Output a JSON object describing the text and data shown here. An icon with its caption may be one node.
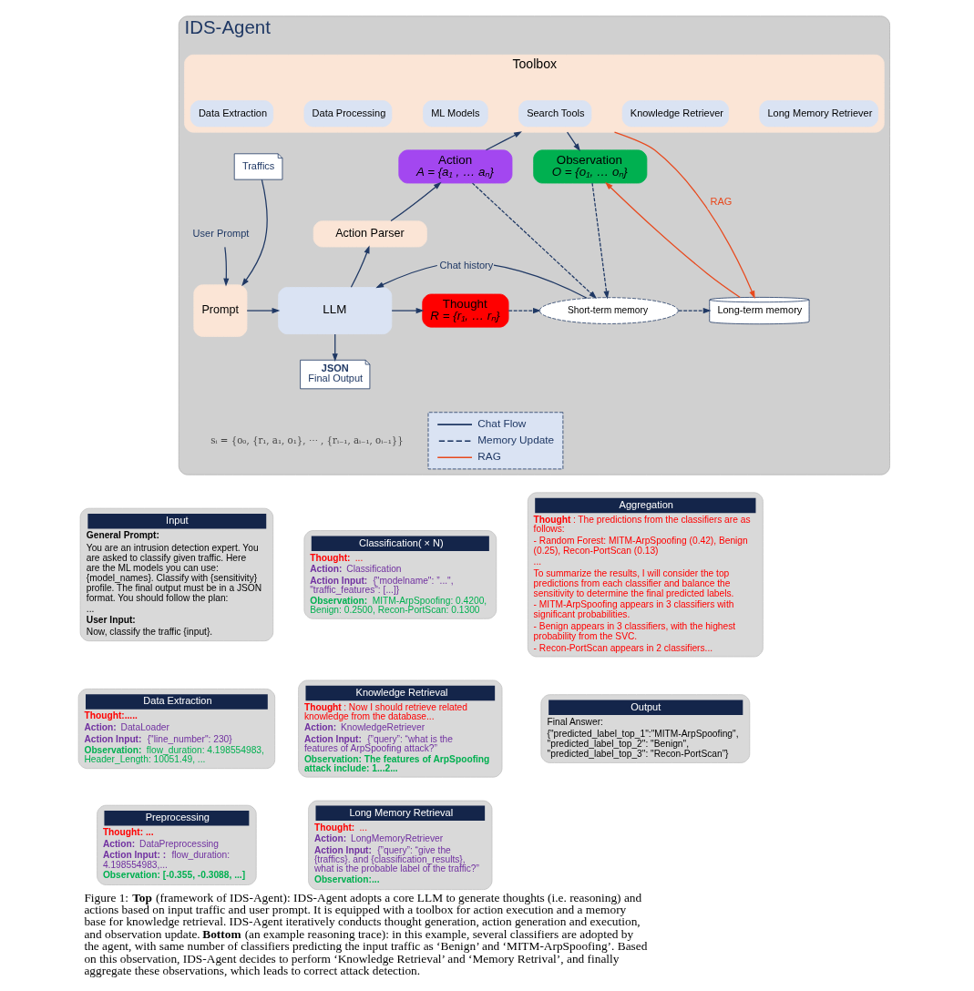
{
  "diagram": {
    "caption": "Figure 1: **Top** (framework of IDS-Agent): IDS-Agent adopts a core LLM to generate thoughts (i.e. reasoning) and actions based on input traffic and user prompt. It is equipped with a toolbox for action execution and a memory base for knowledge retrieval. IDS-Agent iteratively conducts thought generation, action generation and execution, and observation update. **Bottom** (an example reasoning trace): in this example, several classifiers are adopted by the agent, with same number of classifiers predicting the input traffic as ‘Benign’ and ‘MITM-ArpSpoofing’. Based on this observation, IDS-Agent decides to perform ‘Knowledge Retrieval’ and ‘Memory Retrival’, and finally aggregate these observations, which leads to correct attack detection.",
    "nodes": [
      {
        "text": [
          "IDS-Agent"
        ]
      },
      {
        "text": [
          "Toolbox"
        ],
        "in": 0
      },
      {
        "text": [
          "Data Extraction"
        ],
        "in": 1
      },
      {
        "text": [
          "Data Processing"
        ],
        "in": 1
      },
      {
        "text": [
          "ML Models"
        ],
        "in": 1
      },
      {
        "text": [
          "Search Tools"
        ],
        "in": 1
      },
      {
        "text": [
          "Knowledge Retriever"
        ],
        "in": 1
      },
      {
        "text": [
          "Long Memory Retriever"
        ],
        "in": 1
      },
      {
        "text": [
          "Traffics"
        ],
        "in": 0
      },
      {
        "text": [
          "User Prompt"
        ],
        "in": 0
      },
      {
        "text": [
          "Prompt"
        ],
        "in": 0
      },
      {
        "text": [
          "Action",
          "A = {a₁ , … aₙ}"
        ],
        "in": 0
      },
      {
        "text": [
          "Action Parser"
        ],
        "in": 0
      },
      {
        "text": [
          "LLM"
        ],
        "in": 0
      },
      {
        "text": [
          "Thought",
          "R = {r₁, … rₙ}"
        ],
        "in": 0
      },
      {
        "text": [
          "Observation",
          "O = {o₁, … oₙ}"
        ],
        "in": 0
      },
      {
        "text": [
          "Short-term memory"
        ],
        "in": 0
      },
      {
        "text": [
          "Long-term memory"
        ],
        "in": 0
      },
      {
        "text": [
          "JSON",
          "Final Output"
        ],
        "in": 0
      },
      {
        "text": [
          "Input",
          "**General Prompt:**",
          "You are an intrusion detection expert. You are asked to classify given traffic. Here are the ML models you can use: {model_names}. Classify with {sensitivity} profile. The final output must be in a JSON format. You should follow the plan:",
          "...",
          "**User Input:**",
          "Now, classify the traffic {input}."
        ]
      },
      {
        "text": [
          "Data Extraction",
          "**Thought:.....**",
          "**Action:** DataLoader",
          "**Action Input:** {\"line_number\": 230}",
          "**Observation:** flow_duration: 4.198554983, Header_Length: 10051.49, ..."
        ]
      },
      {
        "text": [
          "Preprocessing",
          "**Thought: ...**",
          "**Action:** DataPreprocessing",
          "**Action Input: :** flow_duration: 4.198554983,...",
          "**Observation: [-0.355, -0.3088, ...]**"
        ]
      },
      {
        "text": [
          "Classification( × N)",
          "**Thought:** ...",
          "**Action:** Classification",
          "**Action Input:** {\"modelname\": ”...\", \"traffic_features\": [...]}",
          "**Observation:** MITM-ArpSpoofing: 0.4200, Benign: 0.2500, Recon-PortScan: 0.1300"
        ]
      },
      {
        "text": [
          "Knowledge Retrieval",
          "**Thought**: Now I should retrieve related knowledge from the database...",
          "**Action:** KnowledgeRetriever",
          "**Action Input:** {”query”: “what is the features of ArpSpoofing attack?”",
          "**Observation: The features of ArpSpoofing attack include: 1...2...**"
        ]
      },
      {
        "text": [
          "Long Memory Retrieval",
          "**Thought:** ...",
          "**Action:** LongMemoryRetriever",
          "**Action Input:** {”query”: “give the {traffics}. and {classification_results}, what is the probable label of the traffic?”",
          "**Observation:...**"
        ]
      },
      {
        "text": [
          "Aggregation",
          "**Thought**: The predictions from the classifiers are as follows:",
          "- Random Forest: MITM-ArpSpoofing (0.42), Benign (0.25), Recon-PortScan (0.13)",
          "...",
          "To summarize the results, I will consider the top predictions from each classifier and balance the sensitivity to determine the final predicted labels.",
          "- MITM-ArpSpoofing appears in 3 classifiers with significant probabilities.",
          "- Benign appears in 3 classifiers, with the highest probability from the SVC.",
          "- Recon-PortScan appears in 2 classifiers..."
        ]
      },
      {
        "text": [
          "Output",
          "Final Answer:",
          "{\"predicted_label_top_1\":\"MITM-ArpSpoofing\", \"predicted_label_top_2\": \"Benign\", \"predicted_label_top_3\": \"Recon-PortScan”}"
        ]
      }
    ],
    "edges": [
      {
        "from": 8,
        "to": 10,
        "arrow": "to"
      },
      {
        "from": 9,
        "to": 10,
        "arrow": "to"
      },
      {
        "from": 10,
        "to": 13,
        "arrow": "to"
      },
      {
        "from": 13,
        "to": 18,
        "arrow": "to"
      },
      {
        "from": 13,
        "to": 12,
        "arrow": "to"
      },
      {
        "from": 12,
        "to": 11,
        "arrow": "to"
      },
      {
        "from": 11,
        "to": 1,
        "arrow": "to"
      },
      {
        "from": 1,
        "to": 15,
        "arrow": "to"
      },
      {
        "from": 11,
        "to": 16,
        "arrow": "to",
        "style": "dashed"
      },
      {
        "from": 15,
        "to": 16,
        "arrow": "to",
        "style": "dashed"
      },
      {
        "from": 13,
        "to": 14,
        "arrow": "to"
      },
      {
        "from": 14,
        "to": 16,
        "arrow": "to",
        "style": "dashed"
      },
      {
        "from": 16,
        "to": 17,
        "arrow": "to",
        "style": "dashed"
      },
      {
        "from": 1,
        "to": 17,
        "arrow": "to",
        "label": "RAG",
        "color": "#e8491d"
      },
      {
        "from": 17,
        "to": 15,
        "arrow": "to",
        "color": "#e8491d"
      },
      {
        "from": 16,
        "to": 13,
        "arrow": "to",
        "label": "Chat history"
      }
    ],
    "labels": [
      "sᵢ = {o₀, {r₁, a₁, o₁}, ⋯ , {rᵢ₋₁, aᵢ₋₁, oᵢ₋₁}}"
    ],
    "legend": [
      {
        "text": "Chat Flow"
      },
      {
        "text": "Memory Update"
      },
      {
        "text": "RAG"
      }
    ]
  }
}
